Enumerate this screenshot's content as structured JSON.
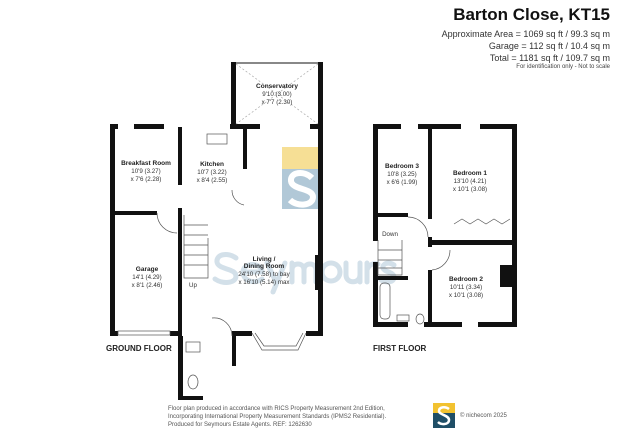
{
  "header": {
    "title": "Barton Close, KT15",
    "approx_area": "Approximate Area = 1069 sq ft / 99.3 sq m",
    "garage_area": "Garage = 112 sq ft / 10.4 sq m",
    "total_area": "Total = 1181 sq ft / 109.7 sq m",
    "note": "For identification only - Not to scale"
  },
  "ground_floor": {
    "label": "GROUND FLOOR",
    "rooms": [
      {
        "name": "Conservatory",
        "dim1": "9'10 (3.00)",
        "dim2": "x 7'7 (2.30)"
      },
      {
        "name": "Breakfast Room",
        "dim1": "10'9 (3.27)",
        "dim2": "x 7'6 (2.28)"
      },
      {
        "name": "Kitchen",
        "dim1": "10'7 (3.22)",
        "dim2": "x 8'4 (2.55)"
      },
      {
        "name": "Garage",
        "dim1": "14'1 (4.29)",
        "dim2": "x 8'1 (2.46)"
      },
      {
        "name": "Living /",
        "name2": "Dining Room",
        "dim1": "24'10 (7.58) to bay",
        "dim2": "x 16'10 (5.14) max"
      }
    ],
    "stairs": "Up"
  },
  "first_floor": {
    "label": "FIRST FLOOR",
    "rooms": [
      {
        "name": "Bedroom 3",
        "dim1": "10'8 (3.25)",
        "dim2": "x 6'6 (1.99)"
      },
      {
        "name": "Bedroom 1",
        "dim1": "13'10 (4.21)",
        "dim2": "x 10'1 (3.08)"
      },
      {
        "name": "Bedroom 2",
        "dim1": "10'11 (3.34)",
        "dim2": "x 10'1 (3.08)"
      }
    ],
    "stairs": "Down"
  },
  "watermark": "Seymours",
  "footer": {
    "line1": "Floor plan produced in accordance with RICS Property Measurement 2nd Edition,",
    "line2": "Incorporating International Property Measurement Standards (IPMS2 Residential).",
    "line3": "Produced for Seymours Estate Agents.   REF: 1262630",
    "copyright": "© nichecom 2025"
  },
  "logo": {
    "letter": "S",
    "colors": {
      "top": "#f2c230",
      "bottom": "#1f4e66"
    }
  },
  "colors": {
    "wall": "#111111",
    "watermark_yellow": "#f6dc8a",
    "watermark_blue": "#a9c3d3"
  }
}
